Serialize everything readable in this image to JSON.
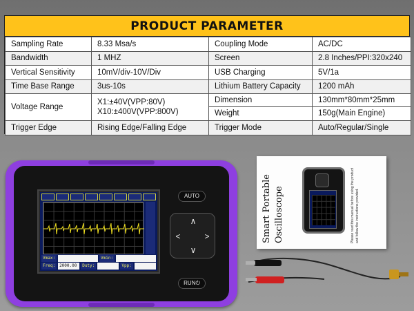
{
  "spec": {
    "title": "PRODUCT PARAMETER",
    "rows": {
      "sampling_rate": {
        "label": "Sampling Rate",
        "value": "8.33 Msa/s"
      },
      "bandwidth": {
        "label": "Bandwidth",
        "value": "1 MHZ"
      },
      "vertical_sensitivity": {
        "label": "Vertical Sensitivity",
        "value": "10mV/div-10V/Div"
      },
      "time_base_range": {
        "label": "Time Base Range",
        "value": "3us-10s"
      },
      "voltage_range": {
        "label": "Voltage Range",
        "value_x1": "X1:±40V(VPP:80V)",
        "value_x10": "X10:±400V(VPP:800V)"
      },
      "trigger_edge": {
        "label": "Trigger Edge",
        "value": "Rising Edge/Falling Edge"
      },
      "coupling_mode": {
        "label": "Coupling Mode",
        "value": "AC/DC"
      },
      "screen": {
        "label": "Screen",
        "value": "2.8 Inches/PPI:320x240"
      },
      "usb_charging": {
        "label": "USB Charging",
        "value": "5V/1a"
      },
      "battery": {
        "label": "Lithium Battery Capacity",
        "value": "1200 mAh"
      },
      "dimension": {
        "label": "Dimension",
        "value": "130mm*80mm*25mm"
      },
      "weight": {
        "label": "Weight",
        "value": "150g(Main Engine)"
      },
      "trigger_mode": {
        "label": "Trigger Mode",
        "value": "Auto/Regular/Single"
      }
    }
  },
  "device": {
    "auto_label": "AUTO",
    "run_label": "RUN",
    "lcd": {
      "freq_label": "Freq:",
      "freq_value": "2000.00",
      "duty_label": "Duty:",
      "vpp_label": "Vpp:"
    }
  },
  "manual": {
    "title_line1": "Smart Portable",
    "title_line2": "Oscilloscope",
    "note": "Please read this manual before using the product and follow the instructions provided."
  },
  "colors": {
    "accent_yellow": "#ffc21a",
    "bumper_purple": "#8e3fe0",
    "lcd_blue": "#0a1a5c",
    "trace_yellow": "#f0e020"
  },
  "icons": {
    "up": "∧",
    "down": "∨",
    "left": "<",
    "right": ">"
  }
}
